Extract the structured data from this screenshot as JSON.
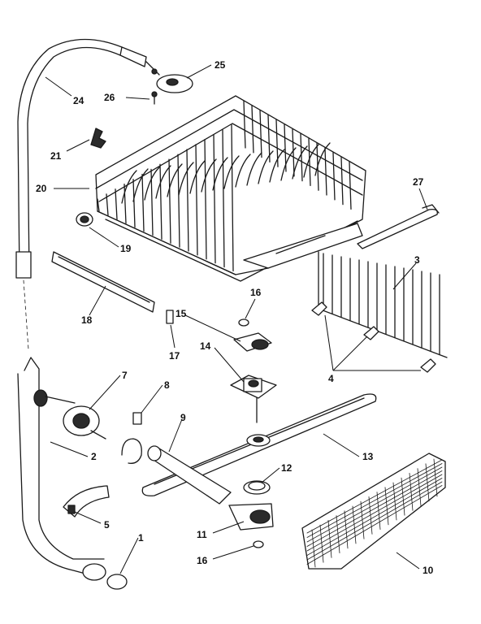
{
  "callouts": [
    {
      "id": "1",
      "text": "1"
    },
    {
      "id": "2",
      "text": "2"
    },
    {
      "id": "3",
      "text": "3"
    },
    {
      "id": "4",
      "text": "4"
    },
    {
      "id": "5",
      "text": "5"
    },
    {
      "id": "7",
      "text": "7"
    },
    {
      "id": "8",
      "text": "8"
    },
    {
      "id": "9",
      "text": "9"
    },
    {
      "id": "10",
      "text": "10"
    },
    {
      "id": "11",
      "text": "11"
    },
    {
      "id": "12",
      "text": "12"
    },
    {
      "id": "13",
      "text": "13"
    },
    {
      "id": "14",
      "text": "14"
    },
    {
      "id": "15",
      "text": "15"
    },
    {
      "id": "16a",
      "text": "16"
    },
    {
      "id": "16b",
      "text": "16"
    },
    {
      "id": "17",
      "text": "17"
    },
    {
      "id": "18",
      "text": "18"
    },
    {
      "id": "19",
      "text": "19"
    },
    {
      "id": "20",
      "text": "20"
    },
    {
      "id": "21",
      "text": "21"
    },
    {
      "id": "24",
      "text": "24"
    },
    {
      "id": "25",
      "text": "25"
    },
    {
      "id": "26",
      "text": "26"
    },
    {
      "id": "27",
      "text": "27"
    }
  ]
}
